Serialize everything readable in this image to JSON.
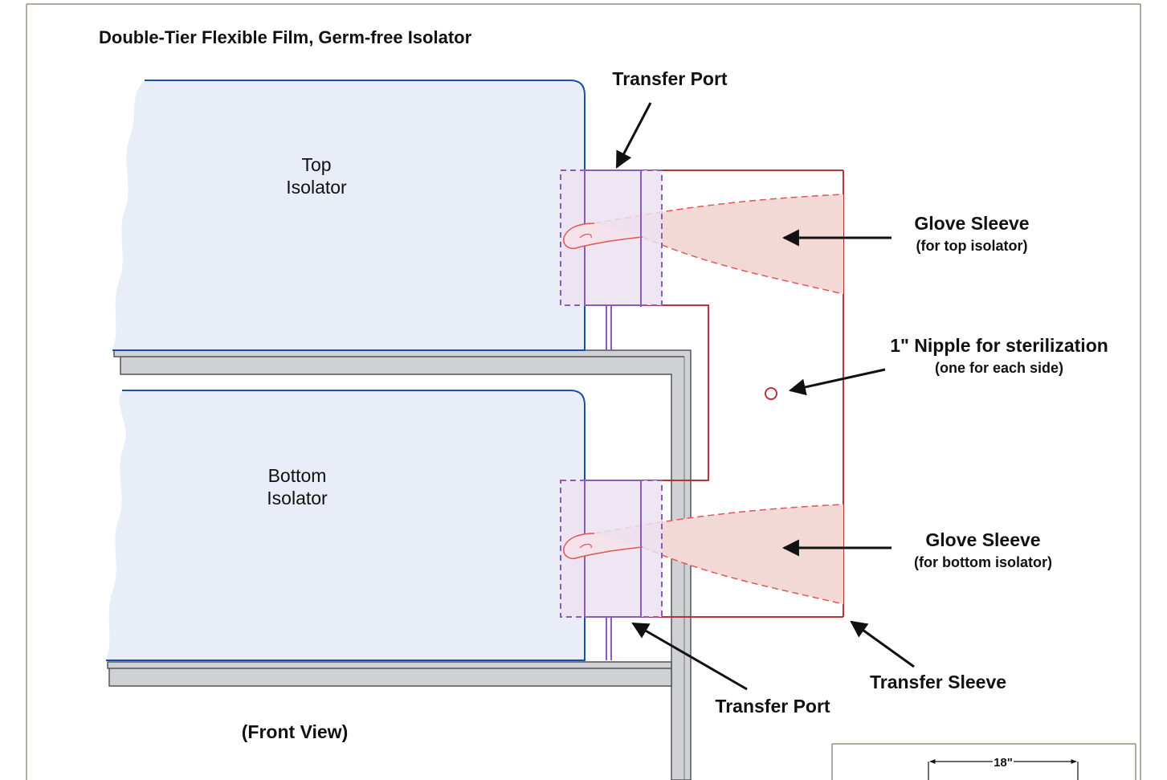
{
  "title": "Double-Tier Flexible Film, Germ-free Isolator",
  "isolators": {
    "top": [
      "Top",
      "Isolator"
    ],
    "bottom": [
      "Bottom",
      "Isolator"
    ]
  },
  "transfer_port_top": "Transfer Port",
  "transfer_port_bottom": "Transfer Port",
  "glove_sleeve_top": {
    "label": "Glove Sleeve",
    "note": "(for top isolator)"
  },
  "glove_sleeve_bottom": {
    "label": "Glove Sleeve",
    "note": "(for bottom isolator)"
  },
  "nipple": {
    "label": "1\" Nipple for sterilization",
    "note": "(one for each side)"
  },
  "transfer_sleeve": "Transfer Sleeve",
  "view_label": "(Front View)",
  "dimension": "18\"",
  "colors": {
    "isolator_fill": "#e9edf7",
    "isolator_outline": "#1a4fa8",
    "sleeve_outline": "#b8323a",
    "sleeve_fill": "#f3d9d6",
    "port_outline": "#8a5cb8",
    "port_fill": "#ece2f1",
    "rack_fill": "#cfd1d4",
    "rack_outline": "#555555"
  }
}
